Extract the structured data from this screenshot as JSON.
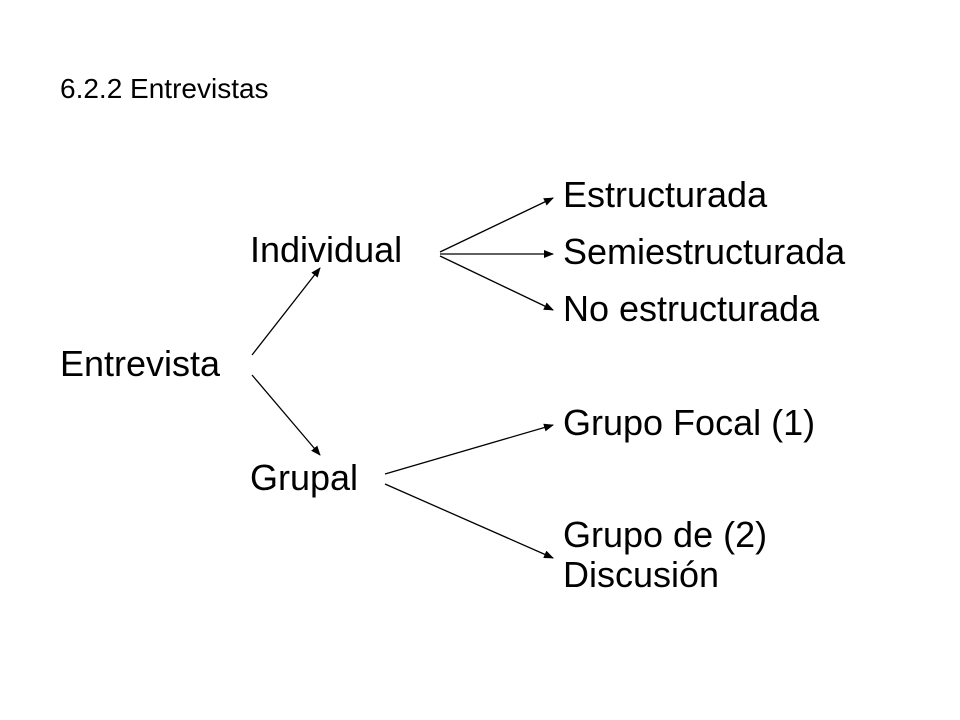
{
  "header": {
    "section_title": "6.2.2 Entrevistas"
  },
  "diagram": {
    "root": {
      "label": "Entrevista"
    },
    "branches": [
      {
        "label": "Individual",
        "leaves": [
          {
            "label": "Estructurada"
          },
          {
            "label": "Semiestructurada"
          },
          {
            "label": "No estructurada"
          }
        ]
      },
      {
        "label": "Grupal",
        "leaves": [
          {
            "label": "Grupo Focal (1)"
          },
          {
            "label": "Grupo de (2)",
            "label_line2": "Discusión"
          }
        ]
      }
    ],
    "colors": {
      "text": "#000000",
      "line": "#000000",
      "background": "#ffffff"
    }
  }
}
